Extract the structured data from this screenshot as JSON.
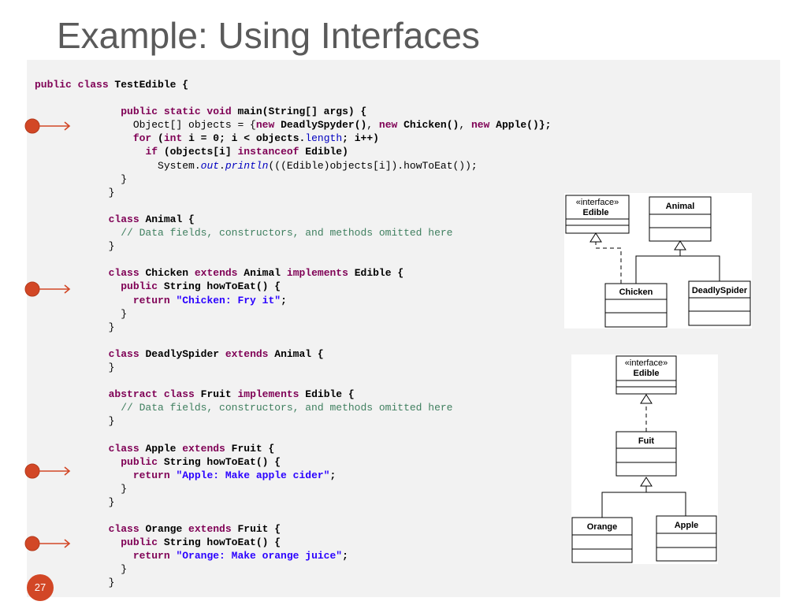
{
  "slide": {
    "title": "Example: Using Interfaces",
    "page_number": "27"
  },
  "code": {
    "lines": [
      [
        {
          "t": "public class ",
          "c": "kw"
        },
        {
          "t": "TestEdible {",
          "c": "b"
        }
      ],
      [],
      [
        {
          "t": "              "
        },
        {
          "t": "public static void ",
          "c": "kw"
        },
        {
          "t": "main(String[] args) {",
          "c": "b"
        }
      ],
      [
        {
          "t": "                Object[] objects = {"
        },
        {
          "t": "new ",
          "c": "kw"
        },
        {
          "t": "DeadlySpyder()",
          "c": "b"
        },
        {
          "t": ", "
        },
        {
          "t": "new ",
          "c": "kw"
        },
        {
          "t": "Chicken()",
          "c": "b"
        },
        {
          "t": ", "
        },
        {
          "t": "new ",
          "c": "kw"
        },
        {
          "t": "Apple()};",
          "c": "b"
        }
      ],
      [
        {
          "t": "                "
        },
        {
          "t": "for ",
          "c": "kw"
        },
        {
          "t": "(",
          "c": "b"
        },
        {
          "t": "int ",
          "c": "kw"
        },
        {
          "t": "i = 0; i < objects.",
          "c": "b"
        },
        {
          "t": "length",
          "c": "fld"
        },
        {
          "t": "; i++)",
          "c": "b"
        }
      ],
      [
        {
          "t": "                  "
        },
        {
          "t": "if ",
          "c": "kw"
        },
        {
          "t": "(objects[i] ",
          "c": "b"
        },
        {
          "t": "instanceof ",
          "c": "kw"
        },
        {
          "t": "Edible)",
          "c": "b"
        }
      ],
      [
        {
          "t": "                    System."
        },
        {
          "t": "out",
          "c": "ital"
        },
        {
          "t": "."
        },
        {
          "t": "println",
          "c": "ital"
        },
        {
          "t": "(((Edible)objects[i]).howToEat());"
        }
      ],
      [
        {
          "t": "              }"
        }
      ],
      [
        {
          "t": "            }"
        }
      ],
      [],
      [
        {
          "t": "            "
        },
        {
          "t": "class ",
          "c": "kw"
        },
        {
          "t": "Animal {",
          "c": "b"
        }
      ],
      [
        {
          "t": "              "
        },
        {
          "t": "// Data fields, constructors, and methods omitted here",
          "c": "cm"
        }
      ],
      [
        {
          "t": "            }"
        }
      ],
      [],
      [
        {
          "t": "            "
        },
        {
          "t": "class ",
          "c": "kw"
        },
        {
          "t": "Chicken ",
          "c": "b"
        },
        {
          "t": "extends ",
          "c": "kw"
        },
        {
          "t": "Animal ",
          "c": "b"
        },
        {
          "t": "implements ",
          "c": "kw"
        },
        {
          "t": "Edible {",
          "c": "b"
        }
      ],
      [
        {
          "t": "              "
        },
        {
          "t": "public ",
          "c": "kw"
        },
        {
          "t": "String howToEat() {",
          "c": "b"
        }
      ],
      [
        {
          "t": "                "
        },
        {
          "t": "return ",
          "c": "kw"
        },
        {
          "t": "\"Chicken: Fry it\"",
          "c": "str"
        },
        {
          "t": ";",
          "c": "b"
        }
      ],
      [
        {
          "t": "              }"
        }
      ],
      [
        {
          "t": "            }"
        }
      ],
      [],
      [
        {
          "t": "            "
        },
        {
          "t": "class ",
          "c": "kw"
        },
        {
          "t": "DeadlySpider ",
          "c": "b"
        },
        {
          "t": "extends ",
          "c": "kw"
        },
        {
          "t": "Animal {",
          "c": "b"
        }
      ],
      [
        {
          "t": "            }"
        }
      ],
      [],
      [
        {
          "t": "            "
        },
        {
          "t": "abstract class ",
          "c": "kw"
        },
        {
          "t": "Fruit ",
          "c": "b"
        },
        {
          "t": "implements ",
          "c": "kw"
        },
        {
          "t": "Edible {",
          "c": "b"
        }
      ],
      [
        {
          "t": "              "
        },
        {
          "t": "// Data fields, constructors, and methods omitted here",
          "c": "cm"
        }
      ],
      [
        {
          "t": "            }"
        }
      ],
      [],
      [
        {
          "t": "            "
        },
        {
          "t": "class ",
          "c": "kw"
        },
        {
          "t": "Apple ",
          "c": "b"
        },
        {
          "t": "extends ",
          "c": "kw"
        },
        {
          "t": "Fruit {",
          "c": "b"
        }
      ],
      [
        {
          "t": "              "
        },
        {
          "t": "public ",
          "c": "kw"
        },
        {
          "t": "String howToEat() {",
          "c": "b"
        }
      ],
      [
        {
          "t": "                "
        },
        {
          "t": "return ",
          "c": "kw"
        },
        {
          "t": "\"Apple: Make apple cider\"",
          "c": "str"
        },
        {
          "t": ";",
          "c": "b"
        }
      ],
      [
        {
          "t": "              }"
        }
      ],
      [
        {
          "t": "            }"
        }
      ],
      [],
      [
        {
          "t": "            "
        },
        {
          "t": "class ",
          "c": "kw"
        },
        {
          "t": "Orange ",
          "c": "b"
        },
        {
          "t": "extends ",
          "c": "kw"
        },
        {
          "t": "Fruit {",
          "c": "b"
        }
      ],
      [
        {
          "t": "              "
        },
        {
          "t": "public ",
          "c": "kw"
        },
        {
          "t": "String howToEat() {",
          "c": "b"
        }
      ],
      [
        {
          "t": "                "
        },
        {
          "t": "return ",
          "c": "kw"
        },
        {
          "t": "\"Orange: Make orange juice\"",
          "c": "str"
        },
        {
          "t": ";",
          "c": "b"
        }
      ],
      [
        {
          "t": "              }"
        }
      ],
      [
        {
          "t": "            }"
        }
      ]
    ]
  },
  "diagram_animal": {
    "edible_stereotype": "«interface»",
    "edible_name": "Edible",
    "animal_name": "Animal",
    "chicken_name": "Chicken",
    "spider_name": "DeadlySpider"
  },
  "diagram_fruit": {
    "edible_stereotype": "«interface»",
    "edible_name": "Edible",
    "fruit_name": "Fuit",
    "orange_name": "Orange",
    "apple_name": "Apple"
  },
  "colors": {
    "accent": "#d24726",
    "keyword": "#7f0055",
    "string": "#2a00ff",
    "comment": "#3f7f5f",
    "field": "#0000c0"
  }
}
